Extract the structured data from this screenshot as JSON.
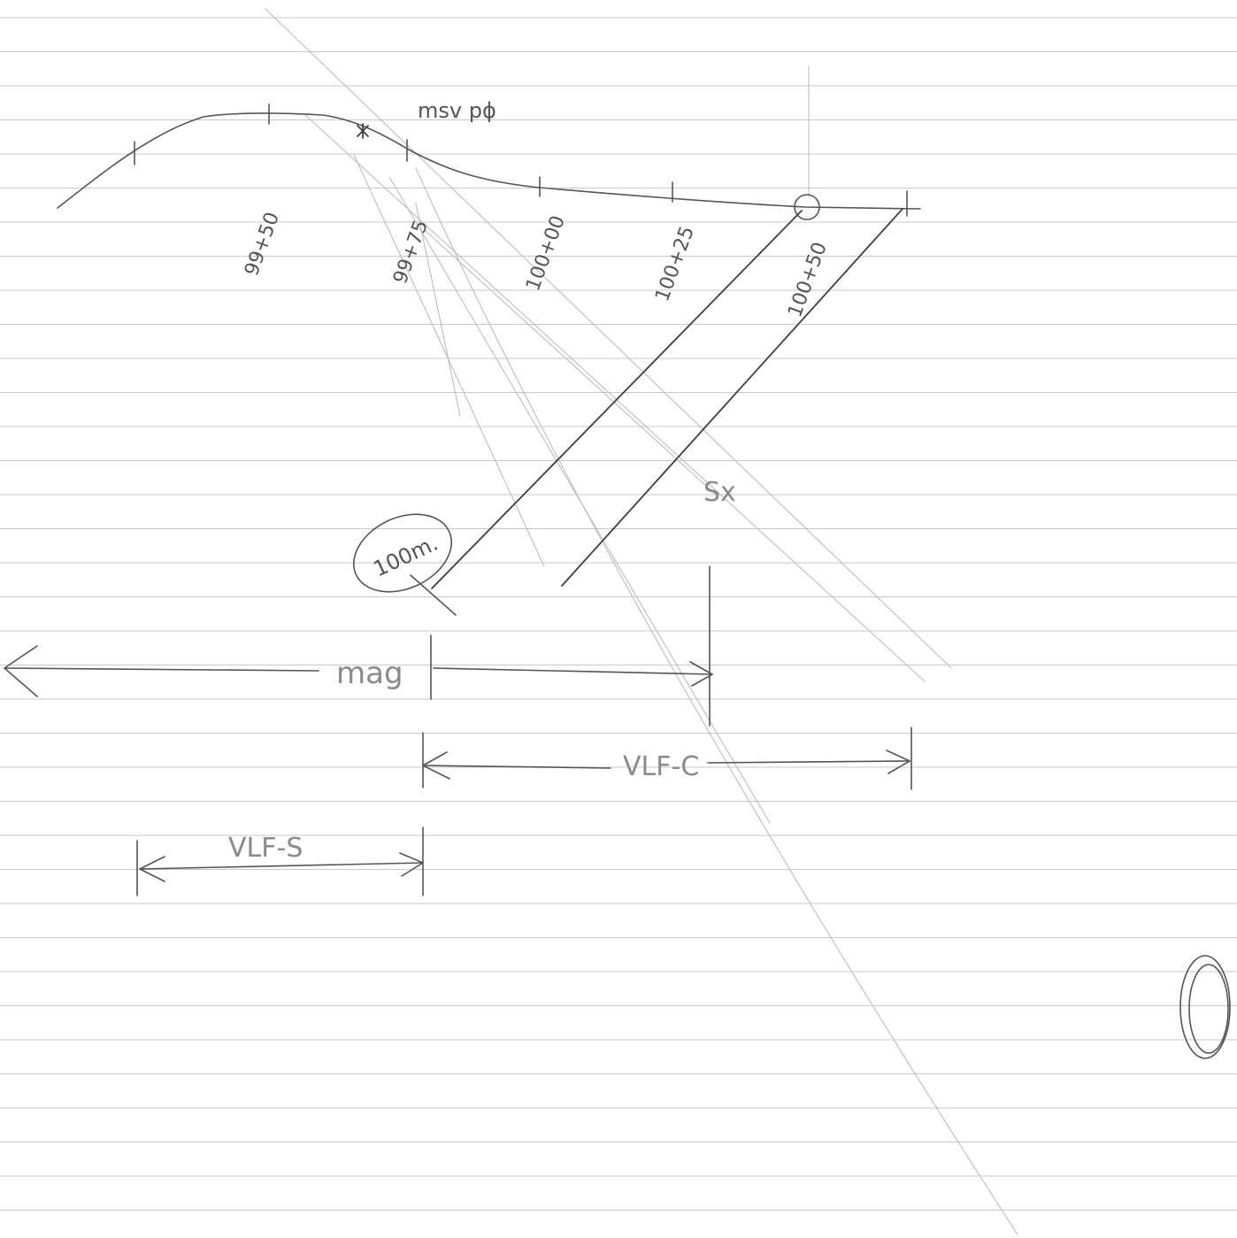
{
  "labels": {
    "msv": "msv pϕ",
    "station_1": "99+50",
    "station_2": "99+75",
    "station_3": "100+00",
    "station_4": "100+25",
    "station_5": "100+50",
    "depth": "100m.",
    "sx": "Sx",
    "mag": "mag",
    "vlf_c": "VLF-C",
    "vlf_s": "VLF-S",
    "corner_mark": "0"
  },
  "colors": {
    "paper": "#ffffff",
    "ruled_line": "#c9c9c9",
    "pencil": "#555555",
    "faint_pencil": "#bdbdbd"
  }
}
